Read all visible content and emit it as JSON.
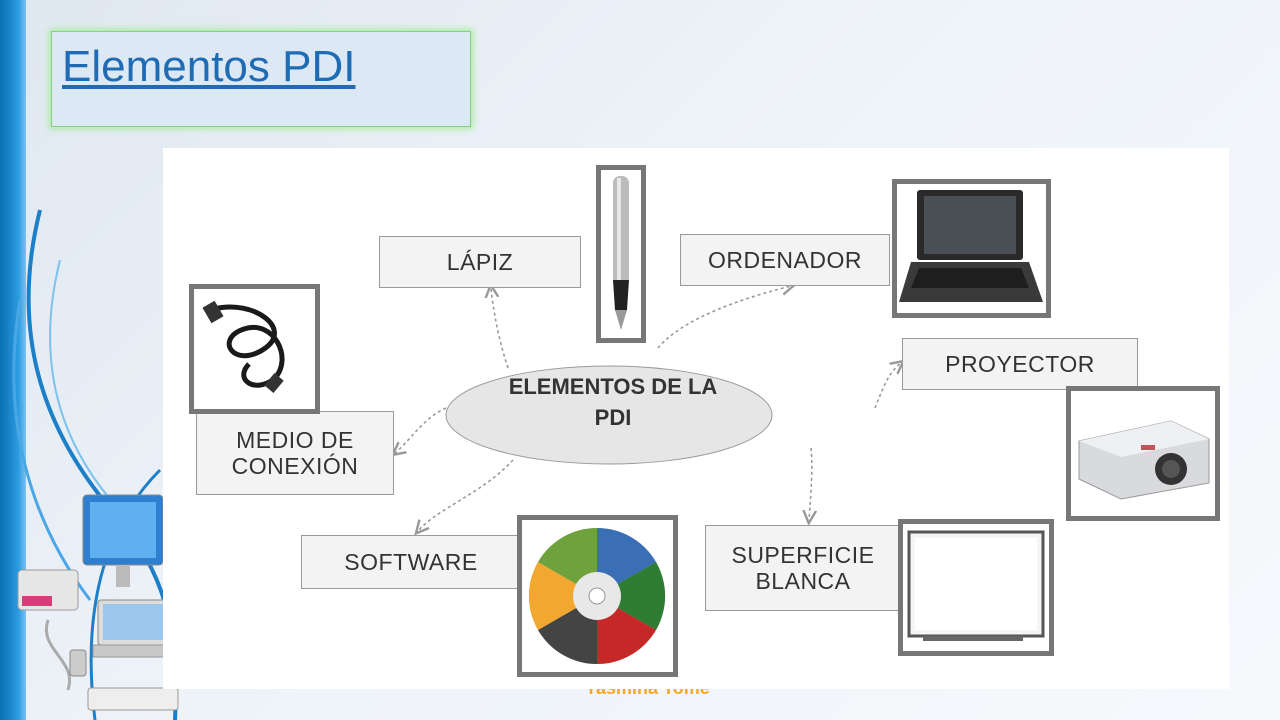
{
  "title": "Elementos PDI",
  "footer": {
    "author": "Yasmina Tomé"
  },
  "diagram": {
    "center": {
      "line1": "ELEMENTOS DE LA",
      "line2": "PDI"
    },
    "nodes": {
      "lapiz": "LÁPIZ",
      "ordenador": "ORDENADOR",
      "proyector": "PROYECTOR",
      "medio_line1": "MEDIO DE",
      "medio_line2": "CONEXIÓN",
      "software": "SOFTWARE",
      "superficie_line1": "SUPERFICIE",
      "superficie_line2": "BLANCA"
    }
  },
  "colors": {
    "accent": "#1f6cb4",
    "frame": "#777777",
    "bar": "#0b6fb3"
  }
}
